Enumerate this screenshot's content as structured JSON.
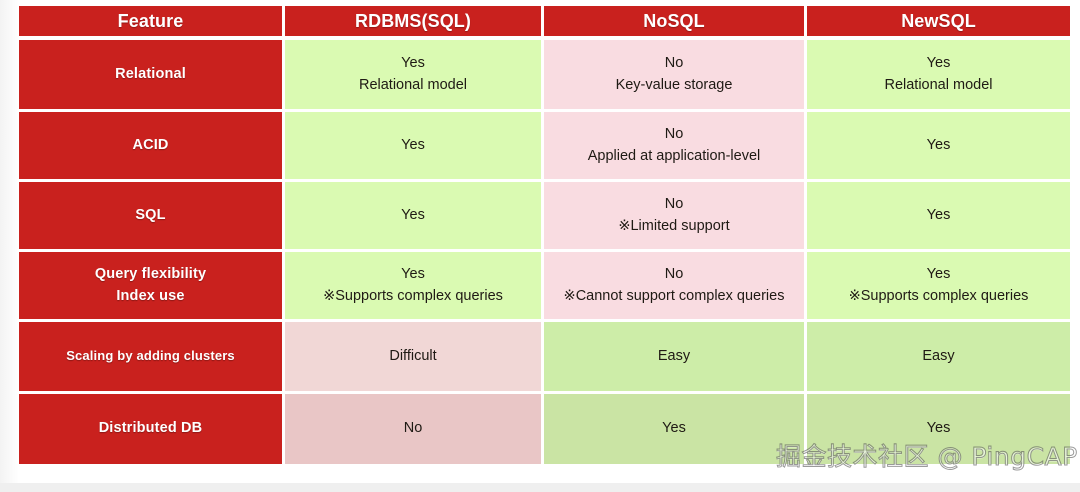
{
  "table": {
    "headers": [
      {
        "label": "Feature"
      },
      {
        "label": "RDBMS(SQL)"
      },
      {
        "label": "NoSQL"
      },
      {
        "label": "NewSQL"
      }
    ],
    "rows": [
      {
        "feature": "Relational",
        "rdbms": {
          "main": "Yes",
          "sub": "Relational model",
          "verdict": "positive"
        },
        "nosql": {
          "main": "No",
          "sub": "Key-value storage",
          "verdict": "negative"
        },
        "newsql": {
          "main": "Yes",
          "sub": "Relational model",
          "verdict": "positive"
        }
      },
      {
        "feature": "ACID",
        "rdbms": {
          "main": "Yes",
          "sub": "",
          "verdict": "positive"
        },
        "nosql": {
          "main": "No",
          "sub": "Applied at application-level",
          "verdict": "negative"
        },
        "newsql": {
          "main": "Yes",
          "sub": "",
          "verdict": "positive"
        }
      },
      {
        "feature": "SQL",
        "rdbms": {
          "main": "Yes",
          "sub": "",
          "verdict": "positive"
        },
        "nosql": {
          "main": "No",
          "sub": "※Limited support",
          "verdict": "negative"
        },
        "newsql": {
          "main": "Yes",
          "sub": "",
          "verdict": "positive"
        }
      },
      {
        "feature": "Query flexibility\nIndex use",
        "feature_line1": "Query flexibility",
        "feature_line2": "Index use",
        "rdbms": {
          "main": "Yes",
          "sub": "※Supports complex queries",
          "verdict": "positive"
        },
        "nosql": {
          "main": "No",
          "sub": "※Cannot support complex queries",
          "verdict": "negative"
        },
        "newsql": {
          "main": "Yes",
          "sub": "※Supports complex queries",
          "verdict": "positive"
        }
      },
      {
        "feature": "Scaling by adding clusters",
        "rdbms": {
          "main": "Difficult",
          "sub": "",
          "verdict": "negative"
        },
        "nosql": {
          "main": "Easy",
          "sub": "",
          "verdict": "positive"
        },
        "newsql": {
          "main": "Easy",
          "sub": "",
          "verdict": "positive"
        }
      },
      {
        "feature": "Distributed DB",
        "rdbms": {
          "main": "No",
          "sub": "",
          "verdict": "negative"
        },
        "nosql": {
          "main": "Yes",
          "sub": "",
          "verdict": "positive"
        },
        "newsql": {
          "main": "Yes",
          "sub": "",
          "verdict": "positive"
        }
      }
    ]
  },
  "watermark": {
    "text": "掘金技术社区 @ PingCAP"
  },
  "colors": {
    "header_red": "#c9211e",
    "feature_red": "#c9211e",
    "green_bright": "#dafab2",
    "green_soft": "#cdeda8",
    "green_mute": "#cae4a4",
    "pink_bright": "#f9dce1",
    "pink_soft": "#f1d7d6",
    "pink_mute": "#e9c6c6",
    "grid_white": "#ffffff",
    "text_dark": "#1f1a14",
    "text_light": "#ffffff"
  }
}
